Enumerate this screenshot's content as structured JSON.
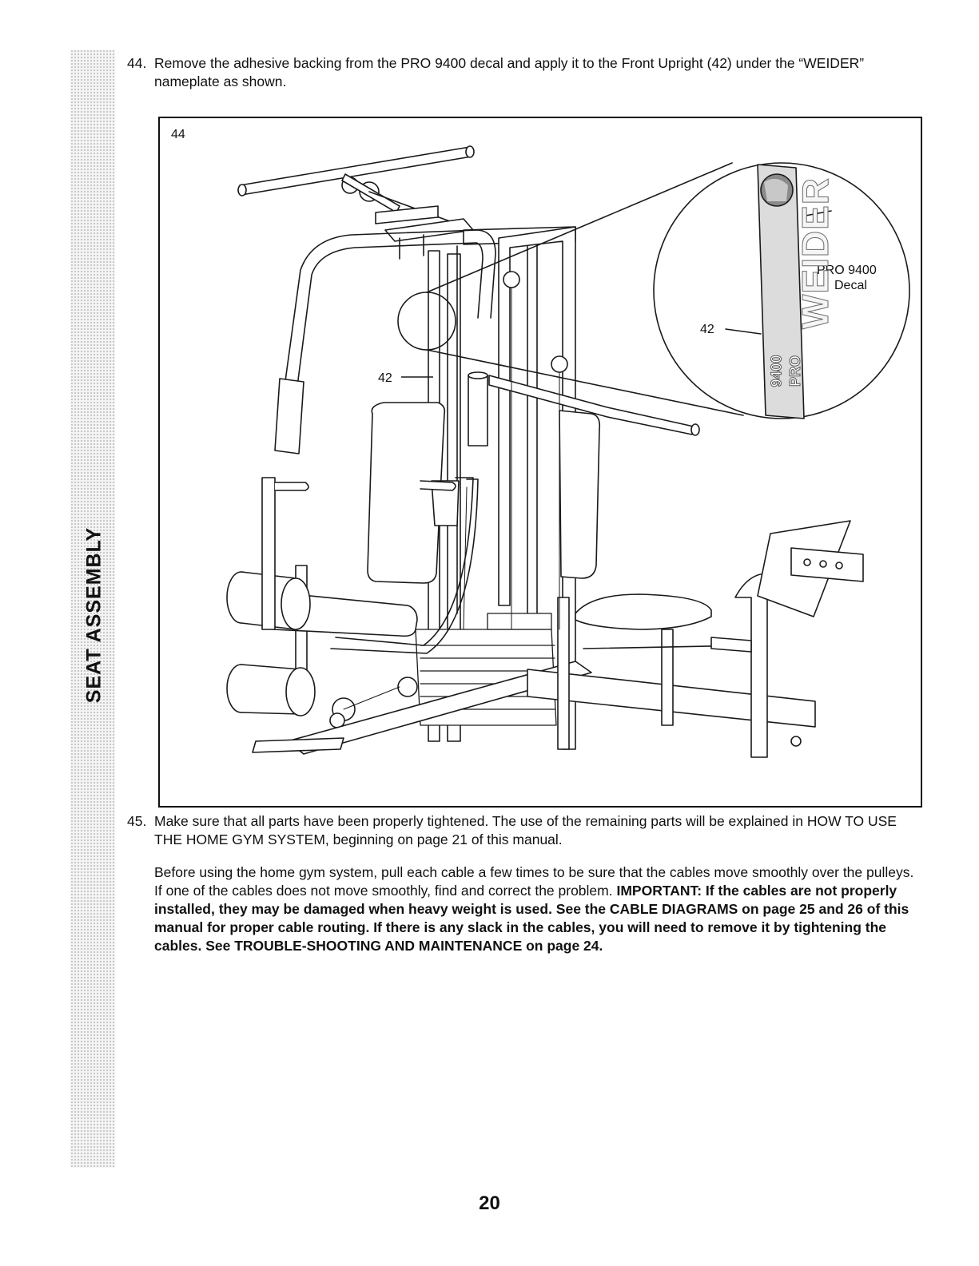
{
  "sidebar": {
    "section_label": "SEAT ASSEMBLY"
  },
  "steps": [
    {
      "number": "44.",
      "text": "Remove the adhesive backing from the PRO 9400 decal and apply it to the Front Upright (42) under the “WEIDER” nameplate as shown."
    },
    {
      "number": "45.",
      "text": "Make sure that all parts have been properly tightened. The use of the remaining parts will be explained in HOW TO USE THE HOME GYM SYSTEM, beginning on page 21 of this manual.",
      "para2_normal": "Before using the home gym system, pull each cable a few times to be sure that the cables move smoothly over the pulleys. If one of the cables does not move smoothly, find and correct the problem. ",
      "para2_bold": "IMPORTANT: If the cables are not properly installed, they may be damaged when heavy weight is used. See the CABLE DIAGRAMS on page 25 and 26 of this manual for proper cable routing. If there is any slack in the cables, you will need to remove it by tightening the cables. See TROUBLE-SHOOTING AND MAINTENANCE on page 24."
    }
  ],
  "figure": {
    "number": "44",
    "label_upright_main": "42",
    "label_upright_zoom": "42",
    "decal_label_line1": "PRO 9400",
    "decal_label_line2": "Decal",
    "nameplate_text": "WEIDER",
    "decal_text_top": "9400",
    "decal_text_bottom": "PRO"
  },
  "page_number": "20"
}
